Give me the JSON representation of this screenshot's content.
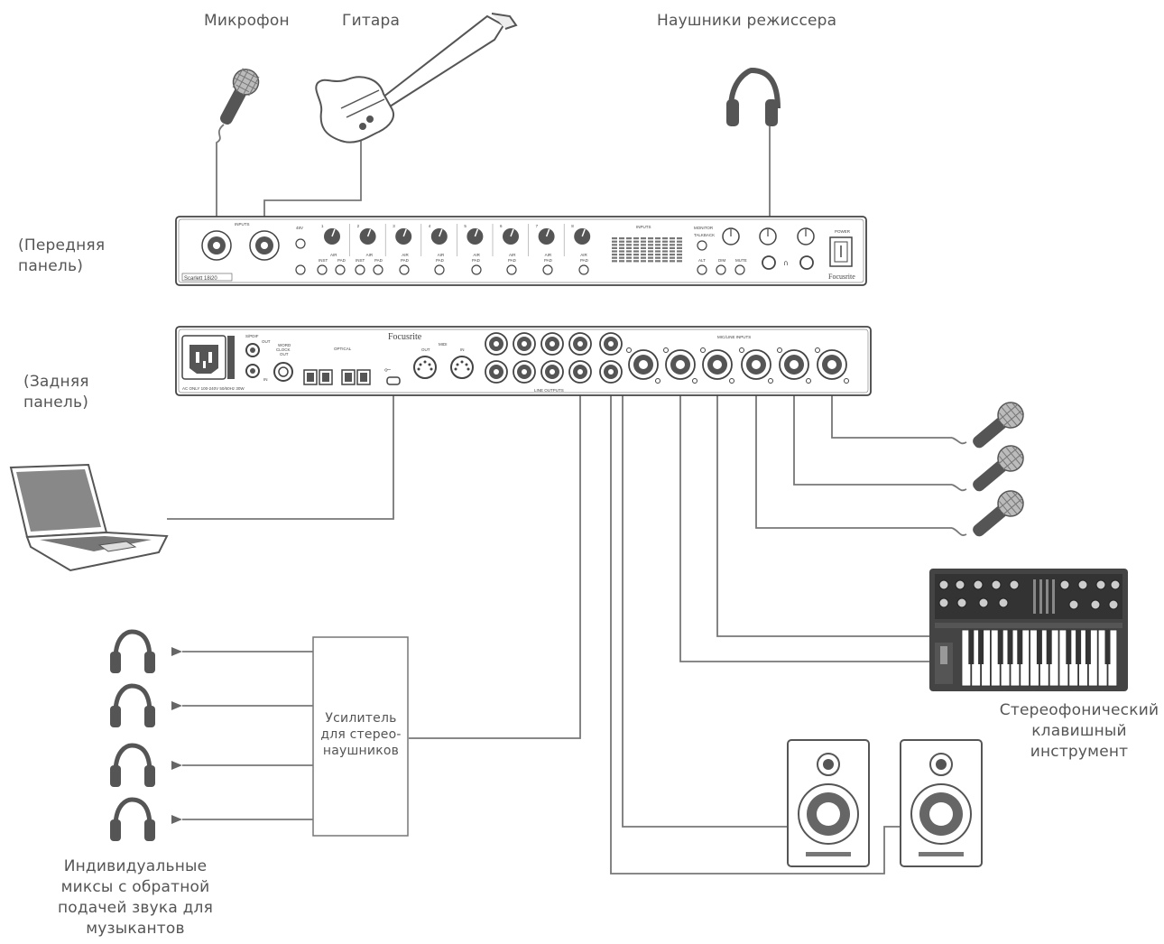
{
  "labels": {
    "microphone": "Микрофон",
    "guitar": "Гитара",
    "director_headphones": "Наушники режиссера",
    "front_panel": "(Передняя\nпанель)",
    "rear_panel": "(Задняя\nпанель)",
    "amplifier": "Усилитель\nдля стерео-\nнаушников",
    "keyboard": "Стереофонический\nклавишный\nинструмент",
    "musicians_mixes": "Индивидуальные\nмиксы с обратной\nподачей звука для\nмузыкантов"
  },
  "front_device": {
    "model": "Scarlett 18i20",
    "brand": "Focusrite",
    "inputs_label": "INPUTS",
    "phantom_label": "48V",
    "channel_numbers": [
      "1",
      "2",
      "3",
      "4",
      "5",
      "6",
      "7",
      "8"
    ],
    "air_label": "AIR",
    "inst_label": "INST",
    "pad_label": "PAD",
    "meter_label": "INPUTS",
    "monitor_label": "MONITOR",
    "talkback_label": "TALKBACK",
    "alt_label": "ALT",
    "dim_label": "DIM",
    "mute_label": "MUTE",
    "power_label": "POWER"
  },
  "rear_device": {
    "brand": "Focusrite",
    "spdif_label": "S/PDIF",
    "out_label": "OUT",
    "in_label": "IN",
    "word_clock_label": "WORD\nCLOCK\nOUT",
    "optical_label": "OPTICAL",
    "midi_label": "MIDI",
    "line_outputs_label": "LINE OUTPUTS",
    "mic_line_inputs_label": "MIC/LINE INPUTS",
    "ac_label": "AC ONLY 100-240V 50/60Hz 30W"
  }
}
